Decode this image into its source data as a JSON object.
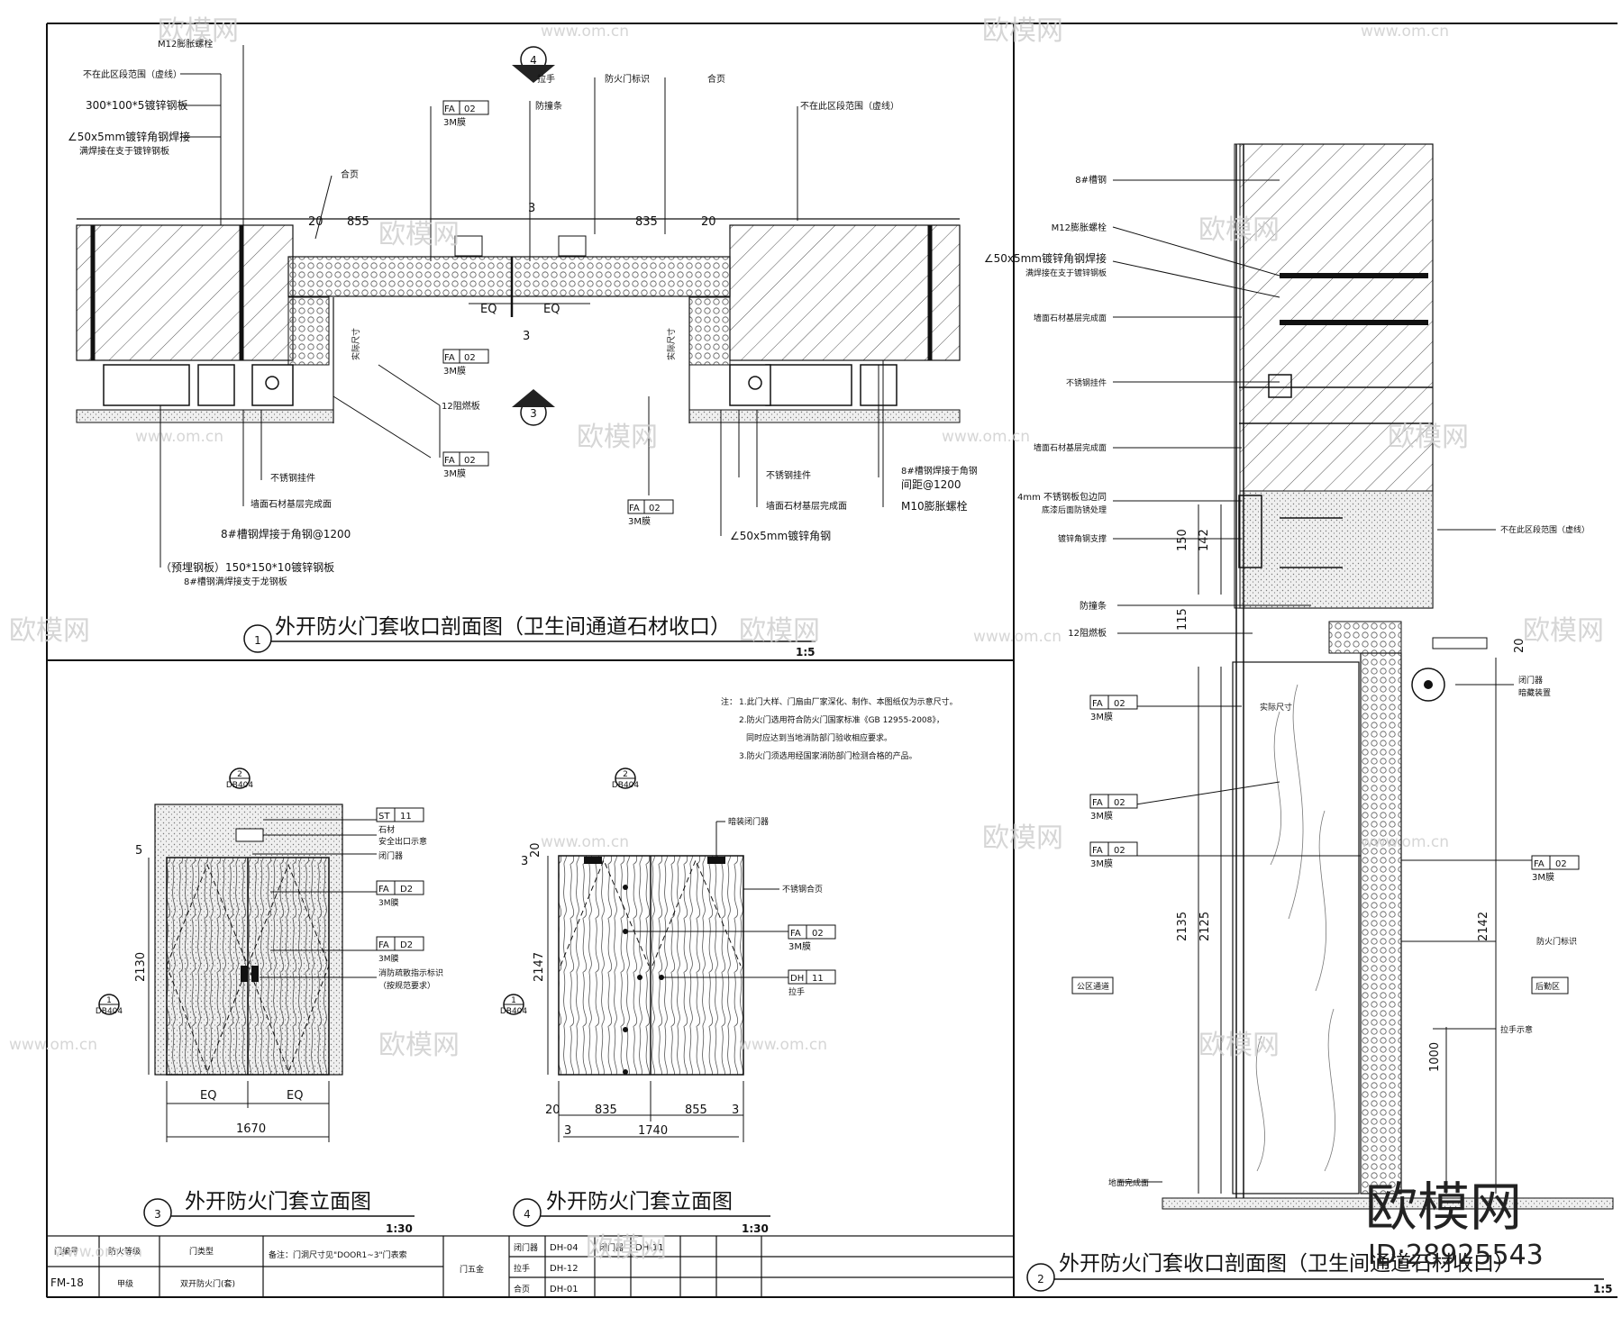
{
  "drawing1": {
    "number": "1",
    "title": "外开防火门套收口剖面图（卫生间通道石材收口）",
    "scale": "1:5",
    "labels": {
      "m12": "M12膨胀螺栓",
      "hidden_line": "不在此区段范围（虚线）",
      "steel_plate": "300*100*5镀锌钢板",
      "angle_a": "∠50x5mm镀锌角钢焊接",
      "angle_b": "满焊接在支于镀锌钢板",
      "hinge_l": "合页",
      "hinge_r": "合页",
      "handle": "拉手",
      "seal": "防撞条",
      "sign_l": "防火门标识",
      "hidden_r": "不在此区段范围（虚线）",
      "core": "12阻燃板",
      "ss_l": "不锈钢挂件",
      "stone_l": "墙面石材基层完成面",
      "channel_l": "8#槽钢焊接于角钢@1200",
      "plate_b1": "（预埋钢板）150*150*10镀锌钢板",
      "plate_b2": "8#槽钢满焊接支于龙钢板",
      "ss_r": "不锈钢挂件",
      "stone_r": "墙面石材基层完成面",
      "angle_r": "∠50x5mm镀锌角钢",
      "channel_r1": "8#槽钢焊接于角钢",
      "channel_r2": "间距@1200",
      "m10": "M10膨胀螺栓",
      "size": "实际尺寸",
      "section": "4",
      "section2": "3"
    },
    "tags": [
      {
        "code": "FA",
        "num": "02",
        "note": "3M膜"
      },
      {
        "code": "FA",
        "num": "02",
        "note": "3M膜"
      },
      {
        "code": "FA",
        "num": "02",
        "note": "3M膜"
      },
      {
        "code": "FA",
        "num": "02",
        "note": "3M膜"
      }
    ],
    "dims": [
      "20",
      "855",
      "835",
      "20",
      "EQ",
      "EQ",
      "3",
      "3"
    ]
  },
  "drawing2": {
    "number": "2",
    "title": "外开防火门套收口剖面图（卫生间通道石材收口）",
    "scale": "1:5",
    "labels": {
      "channel": "8#槽钢",
      "m12": "M12膨胀螺栓",
      "angle_a": "∠50x5mm镀锌角钢焊接",
      "angle_b": "满焊接在支于镀锌钢板",
      "stone1": "墙面石材基层完成面",
      "ss": "不锈钢挂件",
      "stone2": "墙面石材基层完成面",
      "ss4_a": "4mm 不锈钢板包边同",
      "ss4_b": "底漆后面防锈处理",
      "rebar": "镀锌角钢支撑",
      "seal": "防撞条",
      "core": "12阻燃板",
      "hidden": "不在此区段范围（虚线）",
      "closer1": "闭门器",
      "closer2": "暗藏装置",
      "size": "实际尺寸",
      "sign": "防火门标识",
      "handle": "拉手示意",
      "public": "公区通道",
      "back": "后勤区",
      "floor": "地面完成面"
    },
    "tags": [
      {
        "code": "FA",
        "num": "02",
        "note": "3M膜"
      },
      {
        "code": "FA",
        "num": "02",
        "note": "3M膜"
      },
      {
        "code": "FA",
        "num": "02",
        "note": "3M膜"
      },
      {
        "code": "FA",
        "num": "02",
        "note": "3M膜"
      }
    ],
    "dims": [
      "150",
      "142",
      "115",
      "20",
      "2135",
      "2125",
      "2142",
      "1000"
    ]
  },
  "drawing3": {
    "number": "3",
    "title": "外开防火门套立面图",
    "scale": "1:30",
    "bubble_top": {
      "num": "2",
      "ref": "DB404"
    },
    "bubble_side": {
      "num": "1",
      "ref": "DB404"
    },
    "tags": [
      {
        "code": "ST",
        "num": "11",
        "note": "石材"
      },
      {
        "code": "FA",
        "num": "D2",
        "note": "3M膜"
      },
      {
        "code": "FA",
        "num": "D2",
        "note": "3M膜"
      }
    ],
    "labels": {
      "exit": "安全出口示意",
      "closer": "闭门器",
      "film1": "3M膜",
      "film2": "3M膜",
      "hw1": "消防疏散指示标识",
      "hw2": "（按规范要求）"
    },
    "dims": [
      "5",
      "2130",
      "EQ",
      "EQ",
      "1670"
    ]
  },
  "drawing4": {
    "number": "4",
    "title": "外开防火门套立面图",
    "scale": "1:30",
    "bubble_top": {
      "num": "2",
      "ref": "DB404"
    },
    "bubble_side": {
      "num": "1",
      "ref": "DB404"
    },
    "tags": [
      {
        "code": "FA",
        "num": "02",
        "note": "3M膜"
      },
      {
        "code": "DH",
        "num": "11",
        "note": "拉手"
      }
    ],
    "labels": {
      "closer": "暗装闭门器",
      "hinge": "不锈钢合页"
    },
    "dims": [
      "20",
      "3",
      "2147",
      "20",
      "835",
      "855",
      "3",
      "1740",
      "3"
    ]
  },
  "notes": {
    "prefix": "注：",
    "lines": [
      "1.此门大样、门扇由厂家深化、制作、本图纸仅为示意尺寸。",
      "2.防火门选用符合防火门国家标准《GB 12955-2008》，",
      "同时应达到当地消防部门验收相应要求。",
      "3.防火门须选用经国家消防部门检测合格的产品。"
    ]
  },
  "schedule": {
    "h_no": "门编号",
    "h_fire": "防火等级",
    "h_type": "门类型",
    "no": "FM-18",
    "fire": "甲级",
    "type": "双开防火门(套)",
    "remark": "备注：门洞尺寸见\"DOOR1~3\"门表索",
    "hw_group": "门五金",
    "hw_rows": [
      {
        "k": "闭门器",
        "v": "DH-04",
        "k2": "闭门器",
        "v2": "DH-11"
      },
      {
        "k": "拉手",
        "v": "DH-12",
        "k2": "",
        "v2": ""
      },
      {
        "k": "合页",
        "v": "DH-01",
        "k2": "",
        "v2": ""
      }
    ]
  },
  "watermark": {
    "text": "欧模网",
    "url": "www.om.cn",
    "brand": "欧模网",
    "id": "ID:28925543"
  }
}
